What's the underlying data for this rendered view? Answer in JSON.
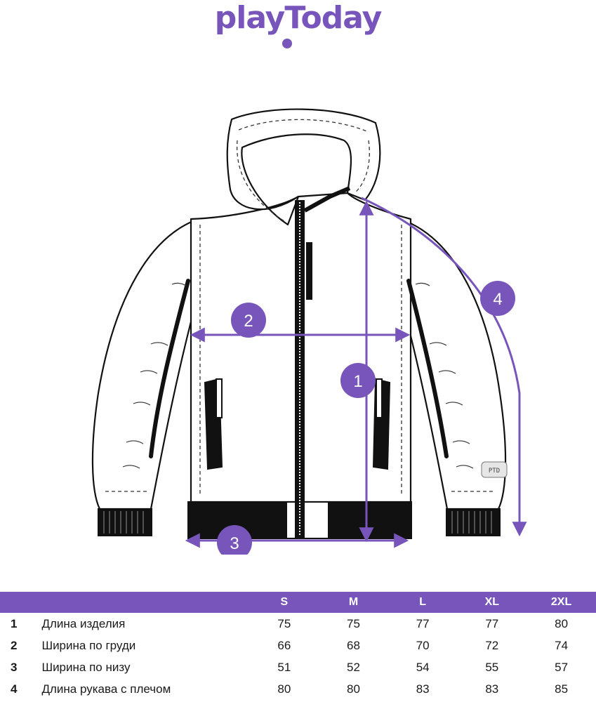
{
  "brand": {
    "logo_text": "playToday",
    "accent_color": "#7755bb"
  },
  "diagram": {
    "markers": [
      "1",
      "2",
      "3",
      "4"
    ],
    "sleeve_badge": "PTD"
  },
  "size_table": {
    "columns": [
      "S",
      "M",
      "L",
      "XL",
      "2XL"
    ],
    "rows": [
      {
        "num": "1",
        "name": "Длина изделия",
        "values": [
          "75",
          "75",
          "77",
          "77",
          "80"
        ]
      },
      {
        "num": "2",
        "name": "Ширина по груди",
        "values": [
          "66",
          "68",
          "70",
          "72",
          "74"
        ]
      },
      {
        "num": "3",
        "name": "Ширина по низу",
        "values": [
          "51",
          "52",
          "54",
          "55",
          "57"
        ]
      },
      {
        "num": "4",
        "name": "Длина рукава с плечом",
        "values": [
          "80",
          "80",
          "83",
          "83",
          "85"
        ]
      }
    ]
  }
}
